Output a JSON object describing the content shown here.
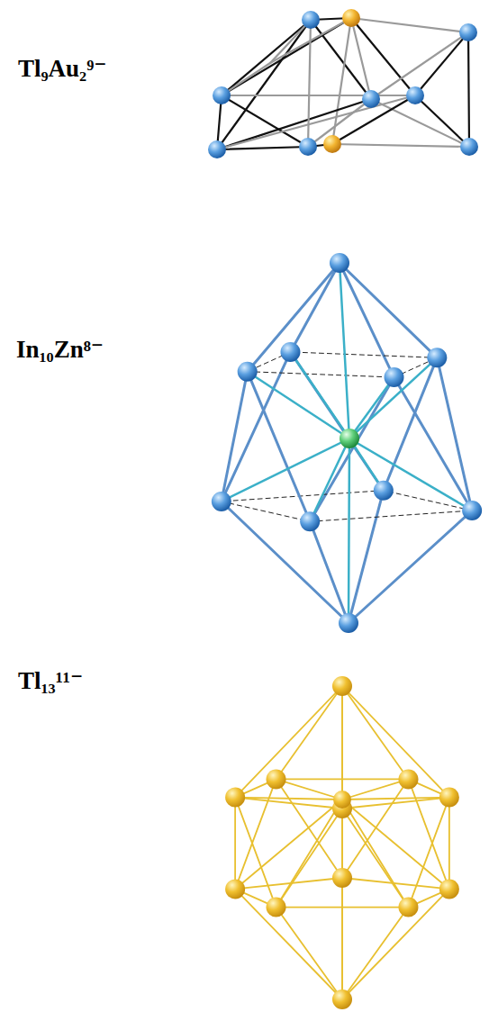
{
  "diagram": {
    "labels": [
      "Tl₉Au₂⁹⁻",
      "In₁₀Zn⁸⁻",
      "Tl₁₃¹¹⁻"
    ]
  }
}
